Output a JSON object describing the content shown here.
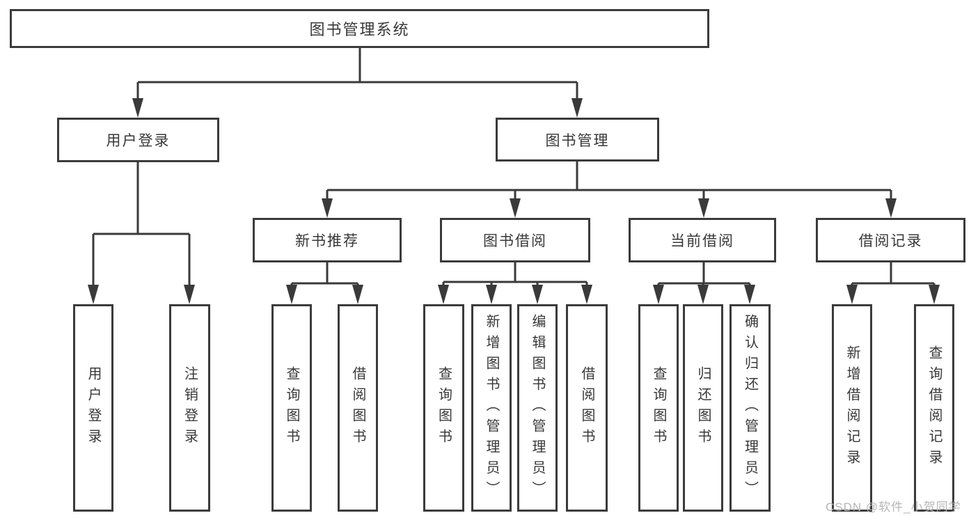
{
  "colors": {
    "line": "#3a3a3a",
    "box_border": "#3b3b3b",
    "text": "#383838",
    "box_bg": "#ffffff",
    "watermark": "#b6b6b6"
  },
  "watermark": {
    "text": "CSDN @软件_小贺同学"
  },
  "tree": {
    "label": "图书管理系统",
    "children": [
      {
        "label": "用户登录",
        "children": [
          {
            "label": "用户登录"
          },
          {
            "label": "注销登录"
          }
        ]
      },
      {
        "label": "图书管理",
        "children": [
          {
            "label": "新书推荐",
            "children": [
              {
                "label": "查询图书"
              },
              {
                "label": "借阅图书"
              }
            ]
          },
          {
            "label": "图书借阅",
            "children": [
              {
                "label": "查询图书"
              },
              {
                "label": "新增图书（管理员）"
              },
              {
                "label": "编辑图书（管理员）"
              },
              {
                "label": "借阅图书"
              }
            ]
          },
          {
            "label": "当前借阅",
            "children": [
              {
                "label": "查询图书"
              },
              {
                "label": "归还图书"
              },
              {
                "label": "确认归还（管理员）"
              }
            ]
          },
          {
            "label": "借阅记录",
            "children": [
              {
                "label": "新增借阅记录"
              },
              {
                "label": "查询借阅记录"
              }
            ]
          }
        ]
      }
    ]
  }
}
